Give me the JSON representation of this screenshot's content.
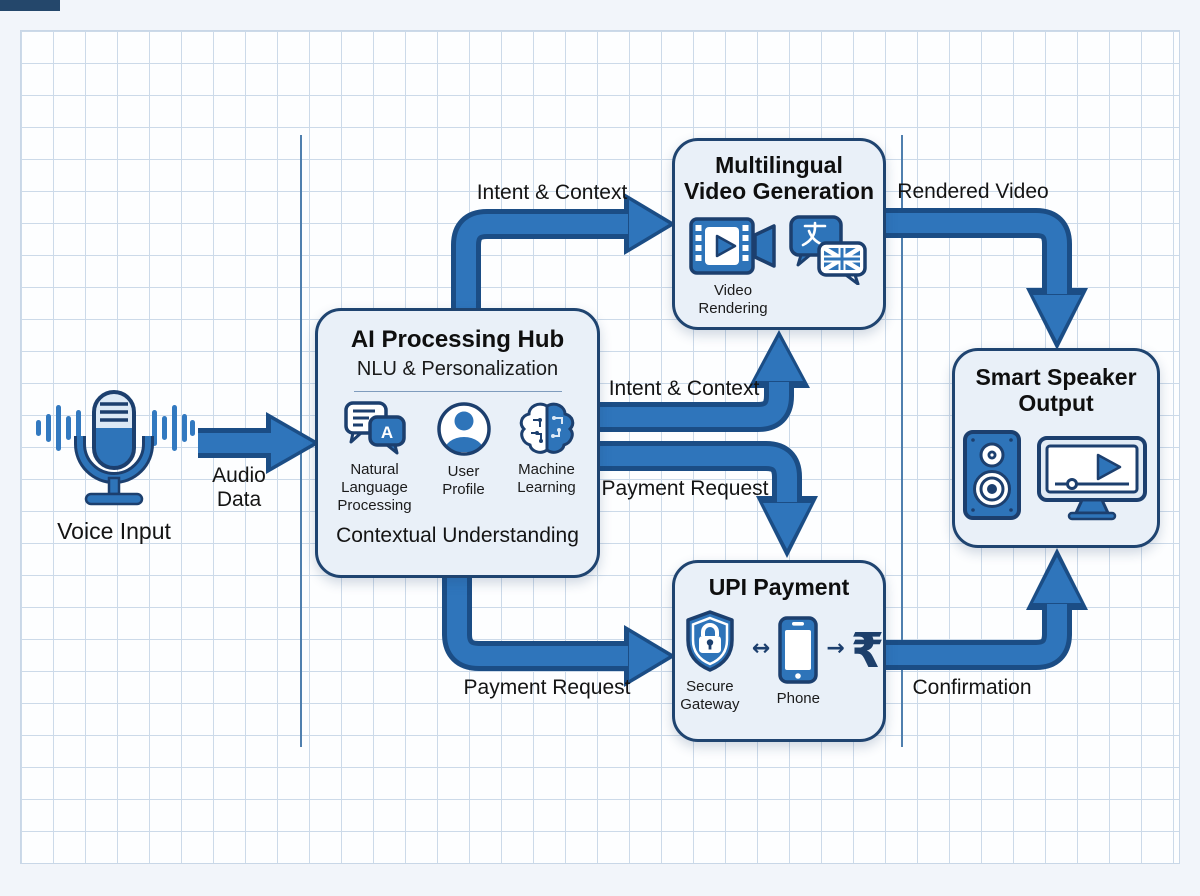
{
  "palette": {
    "accent_blue": "#2f75bb",
    "outline_navy": "#1f4470",
    "node_fill": "#e9f0f8",
    "grid_line": "#ccdae9",
    "guide_line": "#4f7fae"
  },
  "nodes": {
    "voice_input": {
      "label": "Voice Input"
    },
    "ai_hub": {
      "title": "AI Processing Hub",
      "subtitle": "NLU & Personalization",
      "nlp_badge": "A",
      "items": [
        {
          "label": "Natural Language Processing"
        },
        {
          "label": "User Profile"
        },
        {
          "label": "Machine Learning"
        }
      ],
      "footer": "Contextual Understanding"
    },
    "video_gen": {
      "title_line1": "Multilingual",
      "title_line2": "Video Generation",
      "video_label": "Video Rendering"
    },
    "upi": {
      "title": "UPI Payment",
      "secure_label": "Secure Gateway",
      "phone_label": "Phone",
      "between_arrow": "↔",
      "to_currency_arrow": "→",
      "currency": "₹"
    },
    "speaker": {
      "title_line1": "Smart Speaker",
      "title_line2": "Output"
    }
  },
  "edges": {
    "audio_data": {
      "label_line1": "Audio",
      "label_line2": "Data"
    },
    "intent_context_top": {
      "label": "Intent & Context"
    },
    "intent_context_mid": {
      "label": "Intent & Context"
    },
    "payment_request_mid": {
      "label": "Payment Request"
    },
    "payment_request_bottom": {
      "label": "Payment Request"
    },
    "rendered_video": {
      "label": "Rendered Video"
    },
    "confirmation": {
      "label": "Confirmation"
    }
  }
}
